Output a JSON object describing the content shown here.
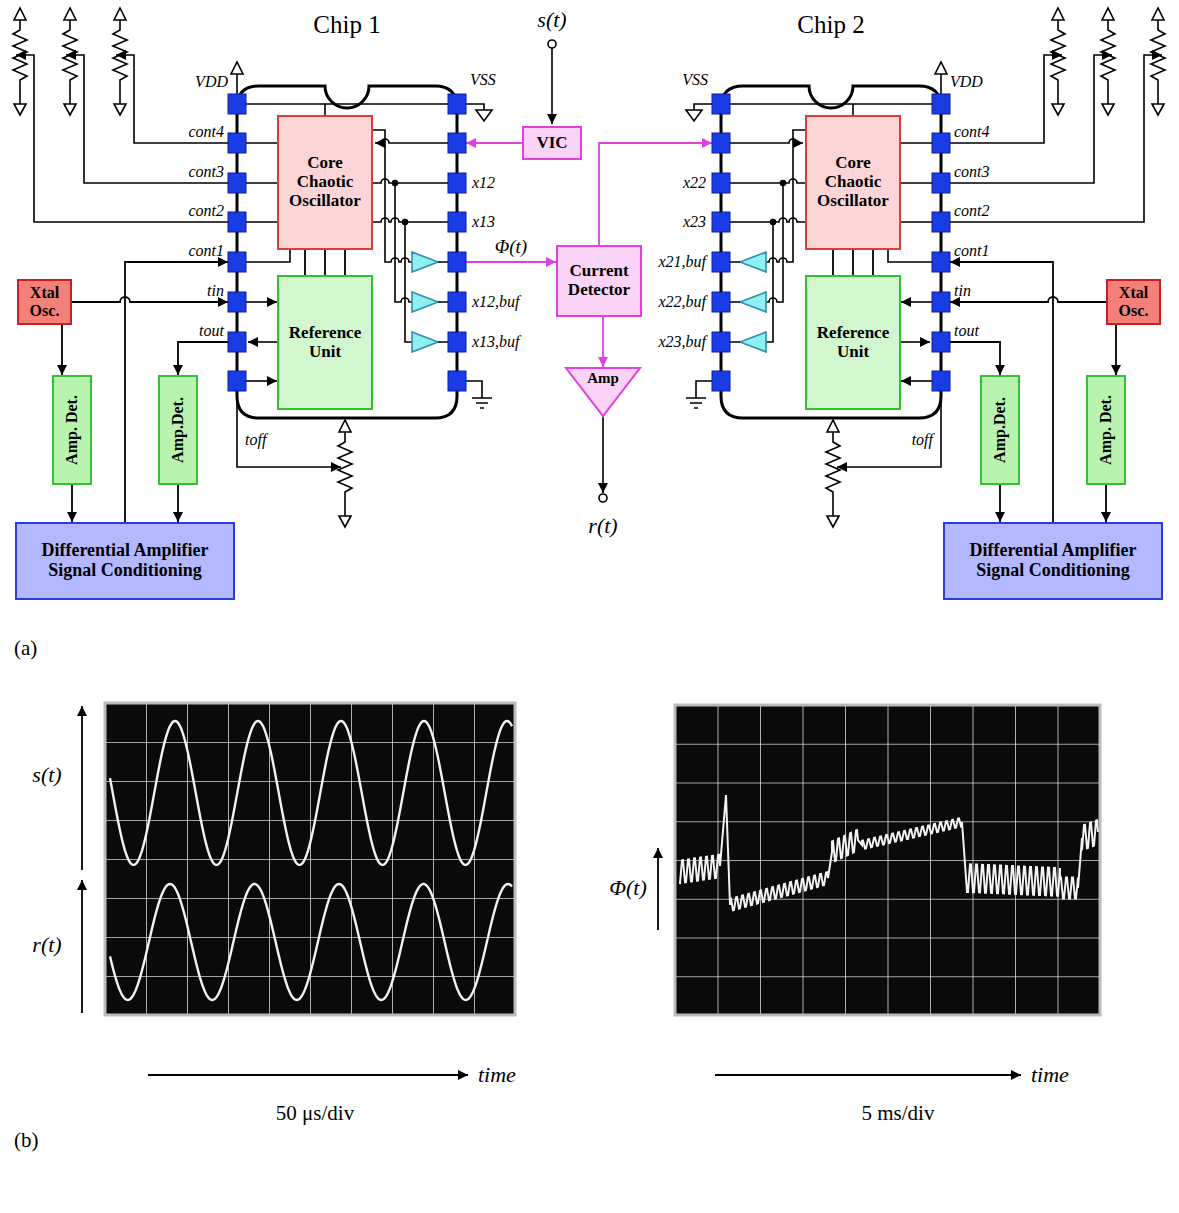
{
  "diagram": {
    "nodes": [
      {
        "text": [
          "Chip 1"
        ]
      },
      {
        "text": [
          "Core Chaotic Oscillator"
        ],
        "in": 0
      },
      {
        "text": [
          "Reference Unit"
        ],
        "in": 0
      },
      {
        "text": [
          "VIC"
        ]
      },
      {
        "text": [
          "Current Detector"
        ]
      },
      {
        "text": [
          "Amp"
        ]
      },
      {
        "text": [
          "Chip 2"
        ]
      },
      {
        "text": [
          "Core Chaotic Oscillator"
        ],
        "in": 6
      },
      {
        "text": [
          "Reference Unit"
        ],
        "in": 6
      },
      {
        "text": [
          "Xtal Osc."
        ]
      },
      {
        "text": [
          "Amp. Det."
        ]
      },
      {
        "text": [
          "Amp.Det."
        ]
      },
      {
        "text": [
          "Differential Amplifier Signal Conditioning"
        ]
      },
      {
        "text": [
          "Xtal Osc."
        ]
      },
      {
        "text": [
          "Amp.Det."
        ]
      },
      {
        "text": [
          "Amp. Det."
        ]
      },
      {
        "text": [
          "Differential Amplifier Signal Conditioning"
        ]
      }
    ],
    "edges": [
      {
        "from": 3,
        "to": 0,
        "arrow": "to"
      },
      {
        "from": 0,
        "to": 4,
        "label": "Φ(t)",
        "arrow": "to"
      },
      {
        "from": 4,
        "to": 6,
        "arrow": "to"
      },
      {
        "from": 4,
        "to": 5,
        "arrow": "to"
      },
      {
        "from": 9,
        "to": 10,
        "arrow": "to"
      },
      {
        "from": 9,
        "to": 0,
        "arrow": "to"
      },
      {
        "from": 0,
        "to": 11,
        "arrow": "to"
      },
      {
        "from": 10,
        "to": 12,
        "arrow": "to"
      },
      {
        "from": 11,
        "to": 12,
        "arrow": "to"
      },
      {
        "from": 12,
        "to": 0,
        "arrow": "to"
      },
      {
        "from": 1,
        "to": 2,
        "arrow": "none"
      },
      {
        "from": 13,
        "to": 15,
        "arrow": "to"
      },
      {
        "from": 13,
        "to": 6,
        "arrow": "to"
      },
      {
        "from": 6,
        "to": 14,
        "arrow": "to"
      },
      {
        "from": 15,
        "to": 16,
        "arrow": "to"
      },
      {
        "from": 14,
        "to": 16,
        "arrow": "to"
      },
      {
        "from": 16,
        "to": 6,
        "arrow": "to"
      },
      {
        "from": 7,
        "to": 8,
        "arrow": "none"
      }
    ],
    "labels": [
      "VDD",
      "cont4",
      "cont3",
      "cont2",
      "cont1",
      "tin",
      "tout",
      "toff",
      "VSS",
      "x12",
      "x13",
      "x12,buf",
      "x13,buf",
      "s(t)",
      "r(t)",
      "VSS",
      "x22",
      "x23",
      "x21,buf",
      "x22,buf",
      "x23,buf",
      "VDD",
      "cont4",
      "cont3",
      "cont2",
      "cont1",
      "tin",
      "tout",
      "toff",
      "(a)",
      "s(t)",
      "r(t)",
      "Φ(t)",
      "time",
      "50 μs/div",
      "time",
      "5 ms/div",
      "(b)"
    ]
  }
}
